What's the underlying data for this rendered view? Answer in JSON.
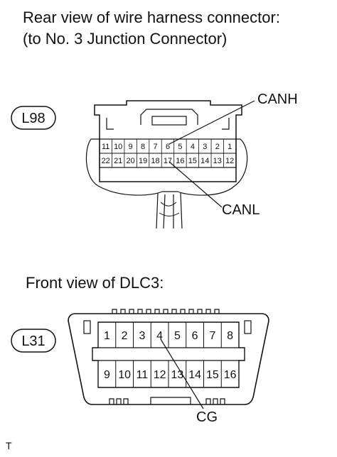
{
  "harness": {
    "caption_line1": "Rear view of wire harness connector:",
    "caption_line2": "(to No. 3 Junction Connector)",
    "connector_id": "L98",
    "pins_top": [
      "11",
      "10",
      "9",
      "8",
      "7",
      "6",
      "5",
      "4",
      "3",
      "2",
      "1"
    ],
    "pins_bottom": [
      "22",
      "21",
      "20",
      "19",
      "18",
      "17",
      "16",
      "15",
      "14",
      "13",
      "12"
    ],
    "label_canh": "CANH",
    "label_canl": "CANL"
  },
  "dlc3": {
    "caption": "Front view of DLC3:",
    "connector_id": "L31",
    "pins_top": [
      "1",
      "2",
      "3",
      "4",
      "5",
      "6",
      "7",
      "8"
    ],
    "pins_bottom": [
      "9",
      "10",
      "11",
      "12",
      "13",
      "14",
      "15",
      "16"
    ],
    "label_cg": "CG"
  },
  "footer_mark": "T"
}
